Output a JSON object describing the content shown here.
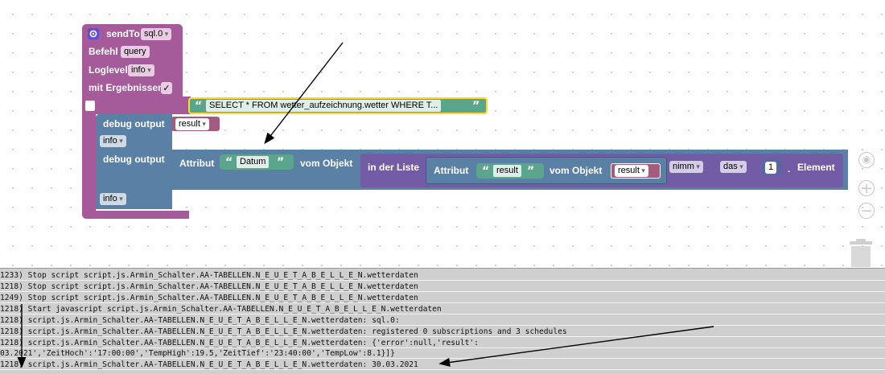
{
  "blocks": {
    "sendto": {
      "label": "sendTo",
      "instance": "sql.0",
      "command_label": "Befehl",
      "command_value": "query",
      "loglevel_label": "Loglevel",
      "loglevel_value": "info",
      "results_label": "mit Ergebnissen",
      "results_checked": true
    },
    "query_text": "SELECT * FROM wetter_aufzeichnung.wetter WHERE T...",
    "debug1": {
      "label": "debug output",
      "value": "result",
      "level": "info"
    },
    "debug2": {
      "label": "debug output",
      "level": "info",
      "attribute_label": "Attribut",
      "attribute_value": "Datum",
      "object_label": "vom Objekt",
      "list_label": "in der Liste",
      "inner_attribute_label": "Attribut",
      "inner_attribute_value": "result",
      "inner_object_label": "vom Objekt",
      "inner_object_value": "result",
      "take_value": "nimm",
      "which_value": "das",
      "index_value": "1",
      "dot": ".",
      "element_label": "Element"
    }
  },
  "quote_glyph_open": "“",
  "quote_glyph_close": "”",
  "icons": {
    "settings": "gear-icon",
    "recenter": "target-icon",
    "zoom_in": "plus-icon",
    "zoom_out": "minus-icon",
    "trash": "trash-icon"
  },
  "colors": {
    "purple": "#a55b99",
    "blue": "#5b80a5",
    "listpurple": "#745ba5",
    "green": "#5ba58c",
    "red_var": "#a55b80",
    "highlight": "#fadc2b"
  },
  "console": [
    "1233) Stop script script.js.Armin_Schalter.AA-TABELLEN.N_E_U_E_T_A_B_E_L_L_E_N.wetterdaten",
    "1218) Stop script script.js.Armin_Schalter.AA-TABELLEN.N_E_U_E_T_A_B_E_L_L_E_N.wetterdaten",
    "1249) Stop script script.js.Armin_Schalter.AA-TABELLEN.N_E_U_E_T_A_B_E_L_L_E_N.wetterdaten",
    "1218) Start javascript script.js.Armin_Schalter.AA-TABELLEN.N_E_U_E_T_A_B_E_L_L_E_N.wetterdaten",
    "1218) script.js.Armin_Schalter.AA-TABELLEN.N_E_U_E_T_A_B_E_L_L_E_N.wetterdaten: sql.0:",
    "1218) script.js.Armin_Schalter.AA-TABELLEN.N_E_U_E_T_A_B_E_L_L_E_N.wetterdaten: registered 0 subscriptions and 3 schedules",
    "1218) script.js.Armin_Schalter.AA-TABELLEN.N_E_U_E_T_A_B_E_L_L_E_N.wetterdaten: {'error':null,'result':",
    "03.2021','ZeitHoch':'17:00:00','TempHigh':19.5,'ZeitTief':'23:40:00','TempLow':8.1}]}",
    "1218) script.js.Armin_Schalter.AA-TABELLEN.N_E_U_E_T_A_B_E_L_L_E_N.wetterdaten: 30.03.2021"
  ]
}
